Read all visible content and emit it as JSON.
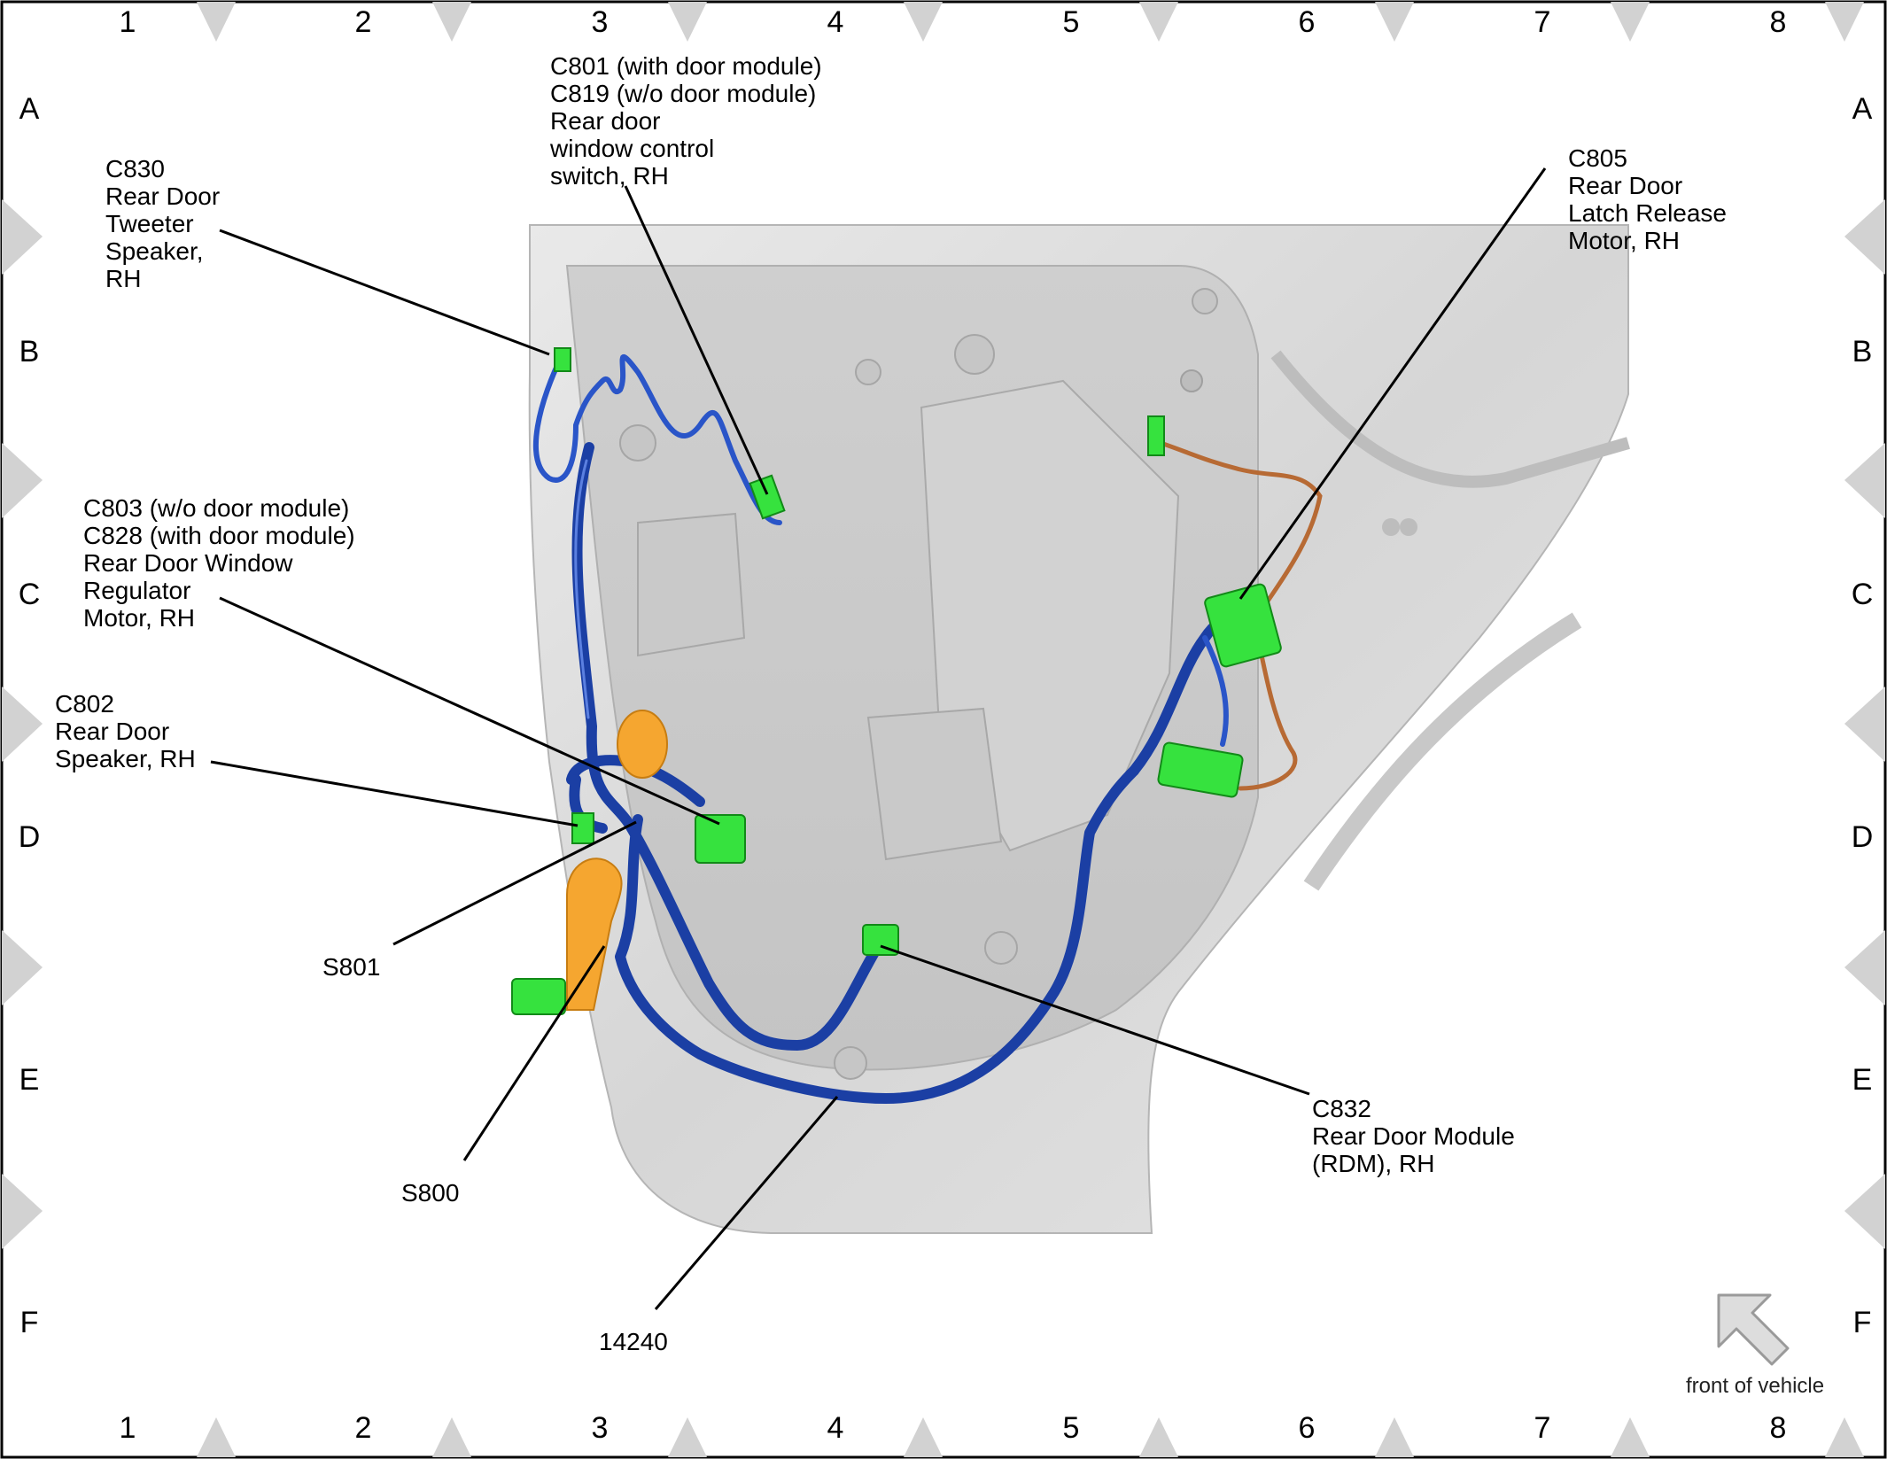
{
  "grid": {
    "columns": [
      "1",
      "2",
      "3",
      "4",
      "5",
      "6",
      "7",
      "8"
    ],
    "rows": [
      "A",
      "B",
      "C",
      "D",
      "E",
      "F"
    ]
  },
  "callouts": {
    "c830": [
      "C830",
      "Rear Door",
      "Tweeter",
      "Speaker,",
      "RH"
    ],
    "c801": [
      "C801 (with door module)",
      "C819 (w/o door module)",
      "Rear door",
      "window control",
      "switch, RH"
    ],
    "c805": [
      "C805",
      "Rear Door",
      "Latch Release",
      "Motor, RH"
    ],
    "c803": [
      "C803 (w/o door module)",
      "C828 (with door module)",
      "Rear Door Window",
      "Regulator",
      "Motor, RH"
    ],
    "c802": [
      "C802",
      "Rear Door",
      "Speaker, RH"
    ],
    "s801": [
      "S801"
    ],
    "s800": [
      "S800"
    ],
    "c832": [
      "C832",
      "Rear Door Module",
      "(RDM), RH"
    ],
    "harness": [
      "14240"
    ]
  },
  "orientation": {
    "label": "front of vehicle",
    "icon": "arrow-up-left-icon"
  },
  "colors": {
    "wire_harness": "#1b3fa4",
    "connector": "#36e23e",
    "copper_wire": "#b76a34",
    "foam_pad": "#f5a630",
    "door_panel": "#d8d8d8",
    "grid_markers": "#d2d2d2"
  }
}
